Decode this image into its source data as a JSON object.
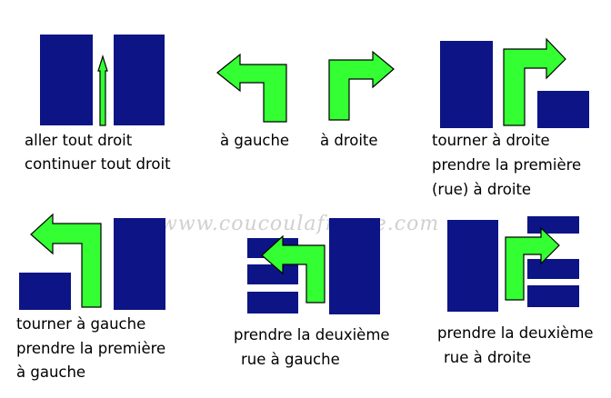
{
  "colors": {
    "block": "#0c1486",
    "arrow": "#33ff33",
    "watermark": "#d0d0d0"
  },
  "watermark": "www.coucoulafrance.com",
  "panels": {
    "straight": {
      "icon": "straight-arrow-icon",
      "lines": [
        "aller tout droit",
        "continuer tout droit"
      ]
    },
    "left": {
      "icon": "left-turn-arrow-icon",
      "lines": [
        "à gauche"
      ]
    },
    "right": {
      "icon": "right-turn-arrow-icon",
      "lines": [
        "à droite"
      ]
    },
    "turn_right": {
      "icon": "right-turn-arrow-icon",
      "lines": [
        "tourner à droite",
        "prendre la première",
        "(rue) à droite"
      ]
    },
    "turn_left": {
      "icon": "left-turn-arrow-icon",
      "lines": [
        "tourner à gauche",
        "prendre la première",
        "à gauche"
      ]
    },
    "second_left": {
      "icon": "left-turn-arrow-icon",
      "lines": [
        "prendre la deuxième",
        "rue à gauche"
      ]
    },
    "second_right": {
      "icon": "right-turn-arrow-icon",
      "lines": [
        "prendre la deuxième",
        "rue à droite"
      ]
    }
  }
}
